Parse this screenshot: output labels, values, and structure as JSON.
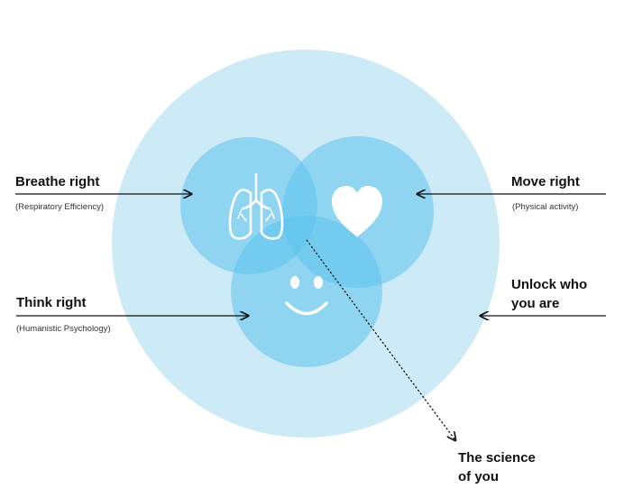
{
  "labels": {
    "breathe": {
      "title": "Breathe right",
      "subtitle": "(Respiratory Efficiency)"
    },
    "move": {
      "title": "Move right",
      "subtitle": "(Physical activity)"
    },
    "think": {
      "title": "Think right",
      "subtitle": "(Humanistic Psychology)"
    },
    "unlock": {
      "line1": "Unlock who",
      "line2": "you are"
    },
    "science": {
      "line1": "The science",
      "line2": "of you"
    }
  },
  "icons": {
    "breathe": "lungs-icon",
    "move": "heart-icon",
    "think": "smiley-face-icon"
  },
  "colors": {
    "outer_circle": "#cdeaf7",
    "inner_circle": "#5cc2ec",
    "icon": "#ffffff",
    "arrow": "#111111"
  }
}
